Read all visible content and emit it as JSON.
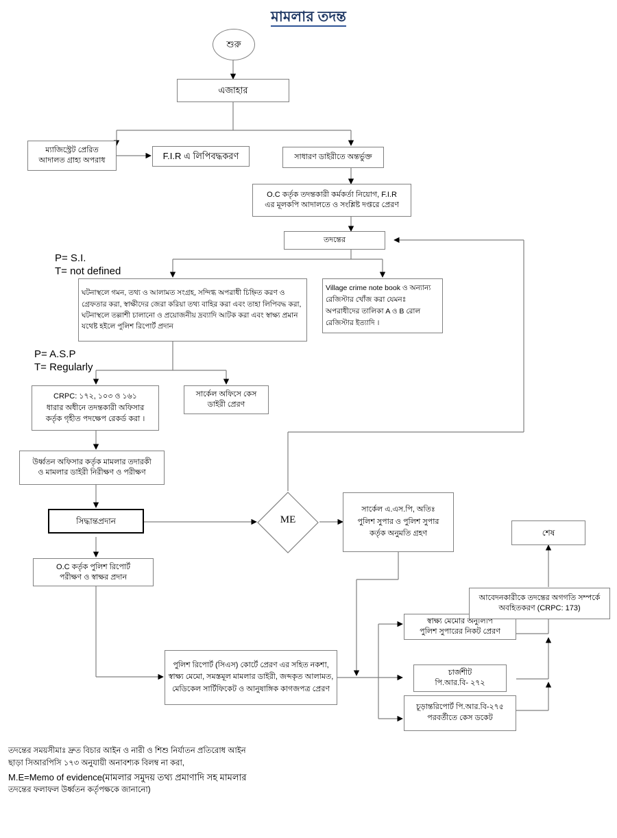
{
  "title": "মামলার তদন্ত",
  "nodes": {
    "start": "শুরু",
    "ejahar": "এজাহার",
    "magistrate": "ম্যাজিস্ট্রেট প্রেরিত\nআদালত গ্রাহ্য অপরাধ",
    "fir": "F.I.R এ লিপিবদ্ধকরণ",
    "general_diary": "সাধারণ ডাইরীতে অন্তর্ভুক্ত",
    "oc_appoint": "O.C কর্তৃক তদন্তকারী কর্মকর্তা নিয়োগ, F.I.R\nএর মূলকপি আদালতে ও সংশ্লিষ্ট দপ্তরে প্রেরণ",
    "investigation": "তদন্তের",
    "scene_work": "ঘটনাস্থলে গমন, তথ্য ও আলামত সংগ্রহ, সন্দিগ্ধ অপরাধী চিহ্নিত করণ ও গ্রেফতার করা, স্বাক্ষীদের জেরা করিয়া তথ্য বাহির করা এবং তাহা লিপিবদ্ধ করা, ঘটনাস্থলে তল্লাশী চালানো ও প্রয়োজনীয় দ্রব্যাদি আটক করা এবং স্বাক্ষ্য প্রমান যথেষ্ট হইলে পুলিশ রিপোর্ট প্রদান",
    "village_book": "Village crime note book ও অন্যান্য রেজিস্টার খোঁজ করা যেমনঃ অপরাধীদের তালিকা A ও B রোল রেজিস্টার ইত্যাদি ।",
    "crpc": "CRPC: ১৭২, ১০৩ ও ১৬১\nধারার অধীনে তদন্তকারী অফিসার\nকর্তৃক গৃহীত পদক্ষেপ রেকর্ড করা ।",
    "circle_office": "সার্কেল অফিসে কেস\nডাইরী প্রেরণ",
    "supervision": "উর্ধ্বতন অফিসার কর্তৃক মামলার তদারকী\nও মামলার ডাইরী নিরীক্ষণ ও পরীক্ষণ",
    "decision": "সিদ্ধান্তপ্রদান",
    "me": "ME",
    "asp_permission": "সার্কেল এ.এস.পি, অতিঃ\nপুলিশ সুপার ও পুলিশ সুপার\nকর্তৃক অনুমতি গ্রহণ",
    "oc_check": "O.C কর্তৃক পুলিশ রিপোর্ট\nপরীক্ষণ ও স্বাক্ষর প্রদান",
    "police_report": "পুলিশ রিপোর্ট (সিএস) কোর্টে প্রেরণ এর সহিত নকশা, স্বাক্ষ্য মেমো, সমস্তমূল মামলার ডাইরী, জব্দকৃত আলামত, মেডিকেল সার্টিফিকেট ও আনুষাঙ্গিক কাগজপত্র প্রেরণ",
    "memo_copy": "স্বাক্ষ্য মেমোর অনুলিপি\nপুলিশ সুপারের নিকট প্রেরণ",
    "chargesheet": "চার্জশীট\nপি.আর.বি- ২৭২",
    "final_report": "চূড়ান্তরিপোর্ট পি.আর.বি-২৭৫\nপরবর্তীতে কেস ডকেট",
    "inform_applicant": "আবেদনকারীকে তদন্তের অগগতি সম্পর্কে\nঅবহিতকরণ (CRPC: 173)",
    "end": "শেষ"
  },
  "annotations": {
    "p_si": "P= S.I.\nT= not defined",
    "p_asp": "P= A.S.P\nT= Regularly"
  },
  "footer": {
    "line1": "তদন্তের সময়সীমাঃ দ্রুত বিচার আইন ও নারী ও শিশু নির্যাতন প্রতিরোধ আইন",
    "line2": "ছাড়া সিআরপিসি ১৭৩ অনুযায়ী অনাবশ্যক বিলম্ব না করা,",
    "line3": "M.E=Memo of evidence(মামলার সমুদয় তথ্য প্রমাণাদি সহ মামলার",
    "line4": "তদন্তের ফলাফল উর্ধ্বতন কর্তৃপক্ষকে জানানো)"
  },
  "colors": {
    "title": "#1F3864",
    "box_border": "#808080",
    "thick_border": "#000000",
    "line": "#7F7F7F",
    "arrow_dark": "#000000"
  }
}
